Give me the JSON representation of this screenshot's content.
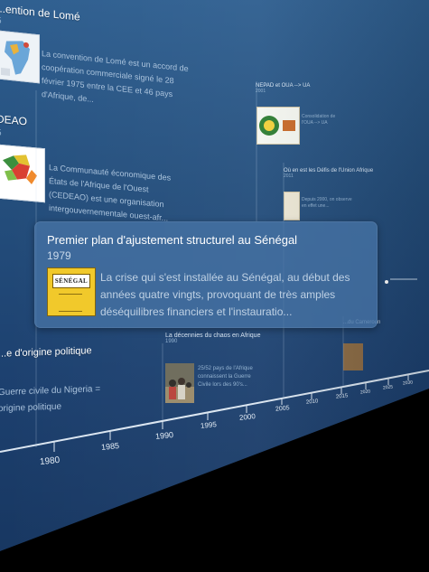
{
  "events": {
    "lome": {
      "title": "...ention de Lomé",
      "year": "5",
      "description": "La convention de Lomé est un accord de coopération commerciale signé le 28 février 1975 entre la CEE et 46 pays d'Afrique, de..."
    },
    "cedeao": {
      "title": "DEAO",
      "year": "5",
      "description": "La Communauté économique des États de l'Afrique de l'Ouest (CEDEAO) est une organisation intergouvernementale ouest-afr..."
    },
    "guerre": {
      "title": "...e d'origine politique",
      "description": "Guerre civile du Nigeria = origine politique"
    },
    "nepad": {
      "title": "NEPAD et OUA --> UA",
      "year": "2001",
      "description": "Consolidation de l'OUA --> UA"
    },
    "defis": {
      "title": "Où en est les Défis de l'Union Afrique",
      "year": "2011",
      "description": "Depuis 2000, on observe en effet une..."
    },
    "chaos": {
      "title": "La décennies du chaos en Afrique",
      "year": "1990",
      "description": "25/52 pays de l'Afrique connaissent la Guerre Civile lors des 90's..."
    },
    "cameroun": {
      "title": "...du Cameroun",
      "description": ""
    }
  },
  "axis": {
    "labels": [
      "1980",
      "1985",
      "1990",
      "1995",
      "2000",
      "2005",
      "2010",
      "2015",
      "2020",
      "2025",
      "2030"
    ]
  },
  "card": {
    "title": "Premier plan d'ajustement structurel au Sénégal",
    "year": "1979",
    "thumb_label": "SÉNÉGAL",
    "description": "La crise qui s'est installée au Sénégal, au début des années quatre vingts, provoquant de très amples déséquilibres financiers et l'instauratio..."
  },
  "colors": {
    "panel_top": "#2f5f90",
    "panel_bottom": "#173660",
    "card_bg": "#4673a5",
    "thumb_yellow": "#f1c92b"
  }
}
